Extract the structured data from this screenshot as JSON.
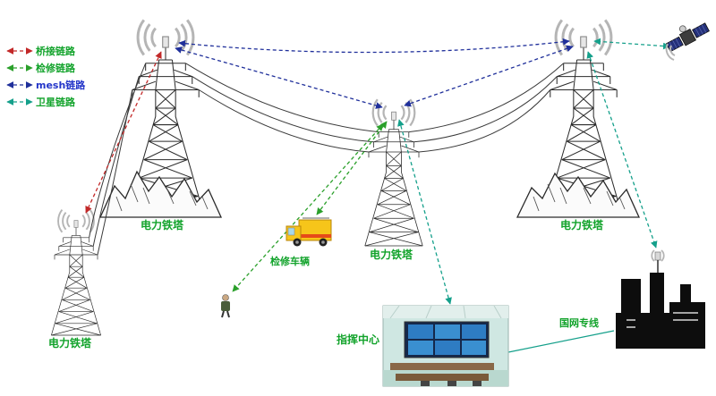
{
  "legend": {
    "items": [
      {
        "label": "桥接链路",
        "line_color": "#c22828",
        "label_color": "#12a32b"
      },
      {
        "label": "检修链路",
        "line_color": "#2ba02b",
        "label_color": "#12a32b"
      },
      {
        "label": "mesh链路",
        "line_color": "#20309b",
        "label_color": "#2436c9"
      },
      {
        "label": "卫星链路",
        "line_color": "#15a08b",
        "label_color": "#12a32b"
      }
    ]
  },
  "labels": {
    "tower_left": "电力铁塔",
    "tower_middle": "电力铁塔",
    "tower_right": "电力铁塔",
    "tower_small": "电力铁塔",
    "vehicle": "检修车辆",
    "command_center": "指挥中心",
    "grid_line": "国网专线"
  },
  "colors": {
    "label_green": "#12a32b",
    "mesh_label_blue": "#2436c9",
    "bridge_link_red": "#c22828",
    "maintenance_link_green": "#2ba02b",
    "mesh_link_navy": "#20309b",
    "satellite_link_teal": "#15a08b",
    "truck_yellow": "#f6c51a"
  }
}
